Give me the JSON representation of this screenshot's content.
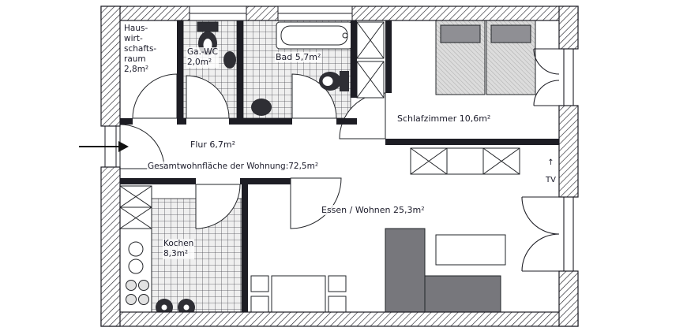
{
  "document": {
    "kind": "apartment-floor-plan"
  },
  "palette": {
    "ink": "#1d1d24",
    "paper": "#ffffff",
    "fixture_dark": "#2e2e34",
    "sofa_gray": "#77777c",
    "pillow_gray": "#8f8f94",
    "mattress_gray": "#dcdcdc",
    "tile_line": "#4a4a52"
  },
  "plan": {
    "total_area_note": "Gesamtwohnfläche der Wohnung:72,5m²",
    "rooms": {
      "utility": "Haus-\nwirt-\nschafts-\nraum\n2,8m²",
      "guest_wc": "Ga.-WC\n2,0m²",
      "bath": "Bad 5,7m²",
      "bedroom": "Schlafzimmer 10,6m²",
      "hall": "Flur  6,7m²",
      "kitchen": "Kochen\n8,3m²",
      "living_dining": "Essen / Wohnen 25,3m²"
    },
    "tv_label": "TV",
    "tv_arrow": "↑"
  }
}
